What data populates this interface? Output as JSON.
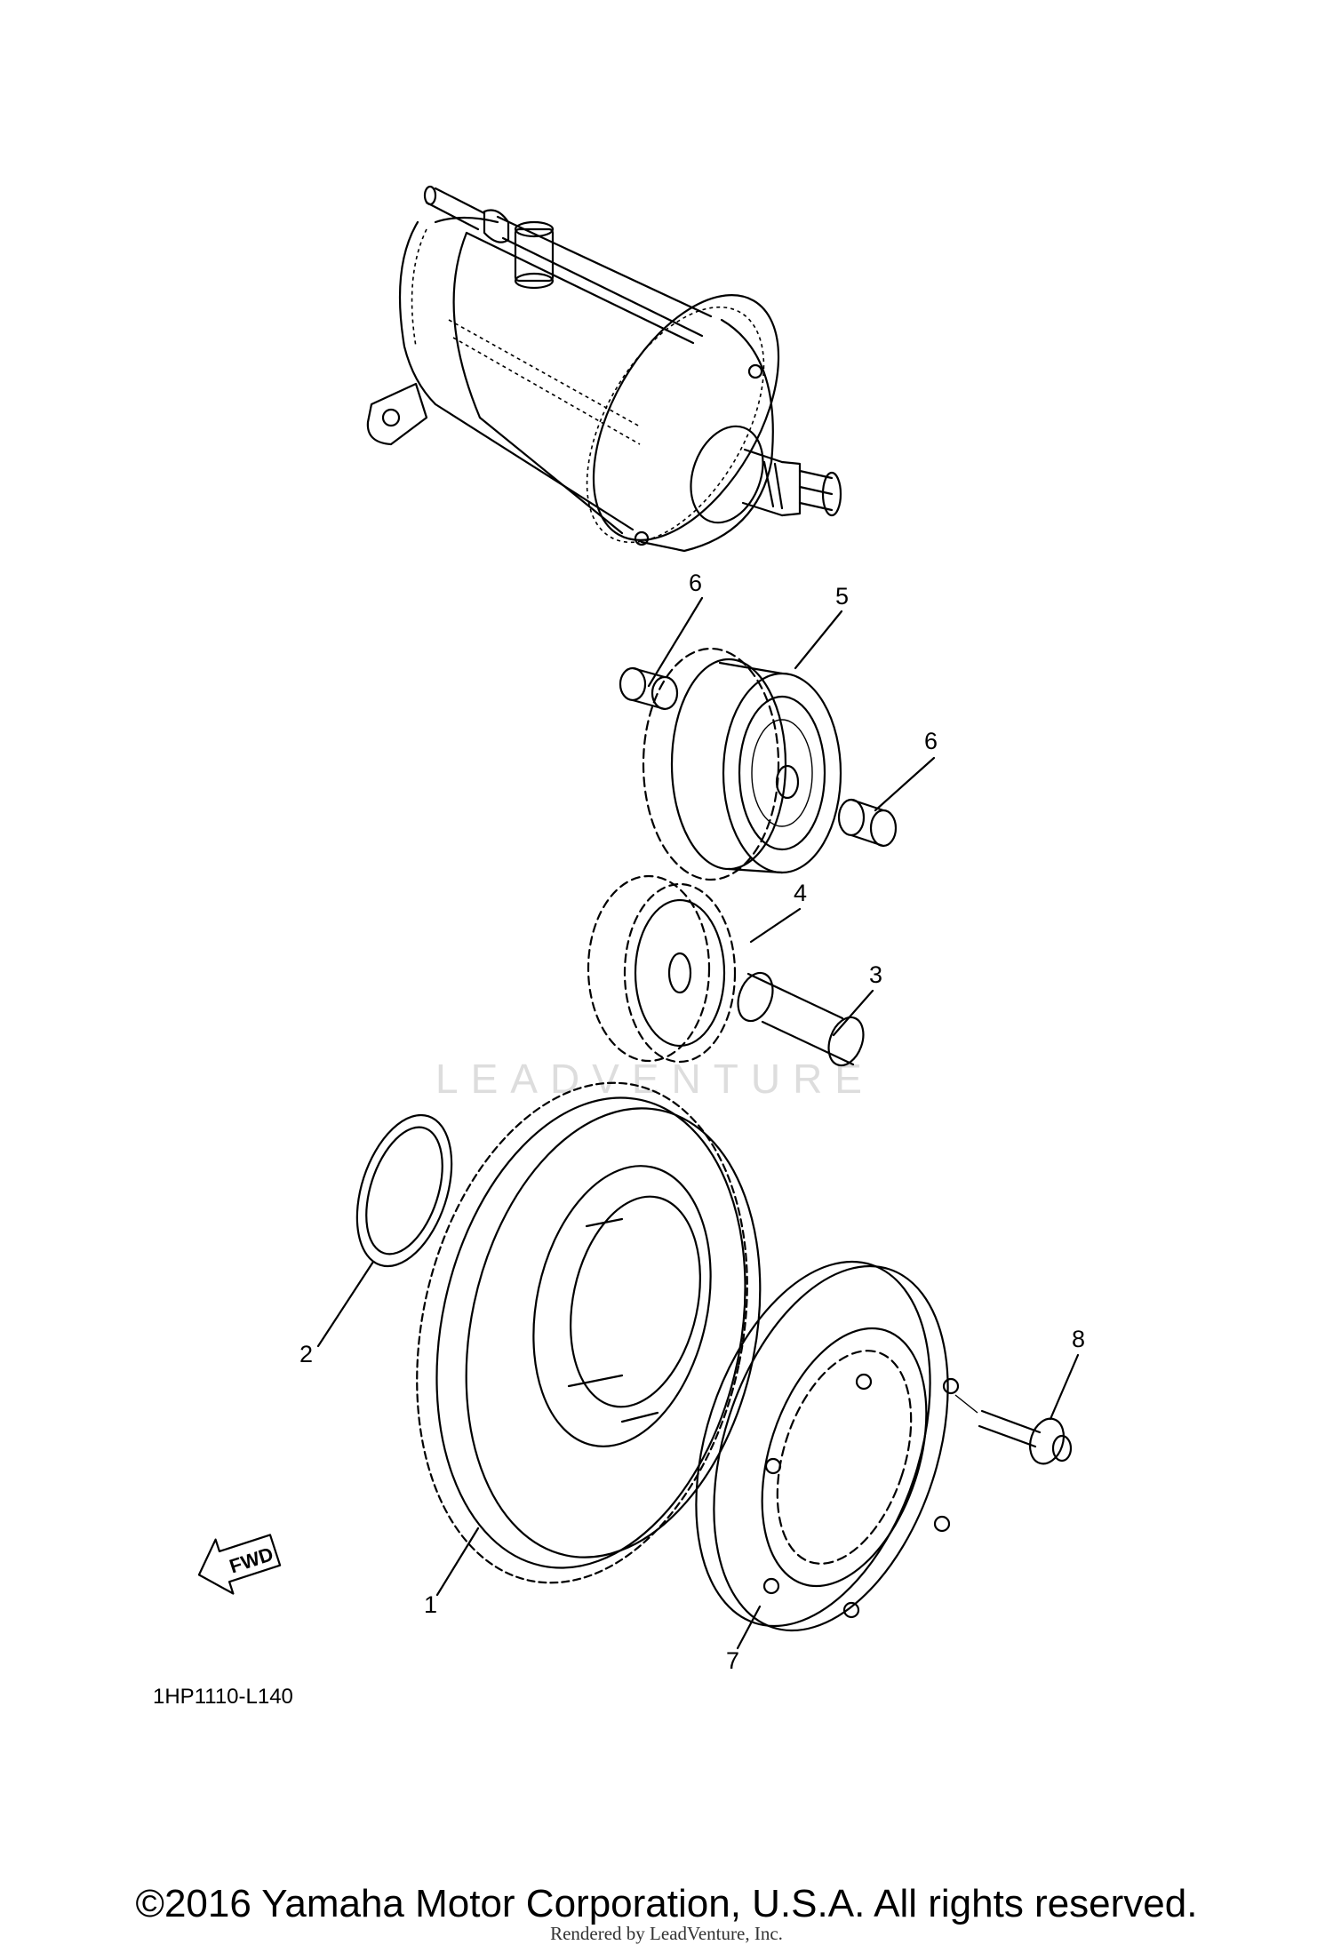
{
  "diagram": {
    "code": "1HP1110-L140",
    "fwd_label": "FWD",
    "watermark": "LEADVENTURE",
    "parts": [
      {
        "label": "1"
      },
      {
        "label": "2"
      },
      {
        "label": "3"
      },
      {
        "label": "4"
      },
      {
        "label": "5"
      },
      {
        "label": "6"
      },
      {
        "label": "6"
      },
      {
        "label": "7"
      },
      {
        "label": "8"
      }
    ]
  },
  "footer": {
    "copyright": "©2016 Yamaha Motor Corporation, U.S.A. All rights reserved.",
    "rendered_by": "Rendered by LeadVenture, Inc."
  }
}
